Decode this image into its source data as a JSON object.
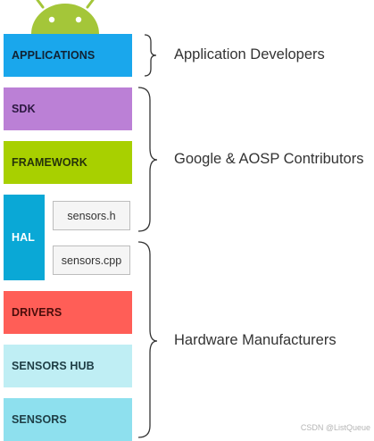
{
  "layers": {
    "applications": {
      "label": "APPLICATIONS",
      "color": "#1aa7ec"
    },
    "sdk": {
      "label": "SDK",
      "color": "#bb80d6"
    },
    "framework": {
      "label": "FRAMEWORK",
      "color": "#a8d000"
    },
    "hal": {
      "label": "HAL",
      "color": "#0aa8d6"
    },
    "drivers": {
      "label": "DRIVERS",
      "color": "#ff5e57"
    },
    "sensors_hub": {
      "label": "SENSORS HUB",
      "color": "#bfeef4"
    },
    "sensors": {
      "label": "SENSORS",
      "color": "#8ee0ee"
    }
  },
  "hal_files": [
    "sensors.h",
    "sensors.cpp"
  ],
  "groups": {
    "app_developers": "Application Developers",
    "google_aosp": "Google & AOSP Contributors",
    "hardware": "Hardware Manufacturers"
  },
  "watermark": "CSDN @ListQueue",
  "logo": {
    "name": "android-robot-logo",
    "color": "#a4c639"
  }
}
